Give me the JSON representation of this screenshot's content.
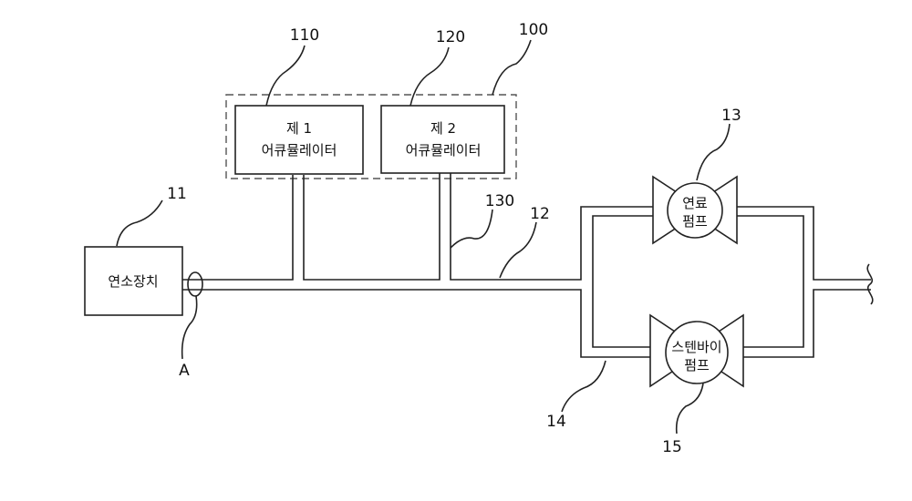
{
  "refs": {
    "system": "100",
    "acc1": "110",
    "acc2": "120",
    "branch": "130",
    "combustor": "11",
    "line_main": "12",
    "fuel_pump": "13",
    "line_standby": "14",
    "standby_pump": "15",
    "point_a": "A"
  },
  "labels": {
    "acc1_line1": "제 1",
    "acc1_line2": "어큐뮬레이터",
    "acc2_line1": "제 2",
    "acc2_line2": "어큐뮬레이터",
    "combustor": "연소장치",
    "fuel_pump_line1": "연료",
    "fuel_pump_line2": "펌프",
    "standby_pump_line1": "스텐바이",
    "standby_pump_line2": "펌프"
  }
}
